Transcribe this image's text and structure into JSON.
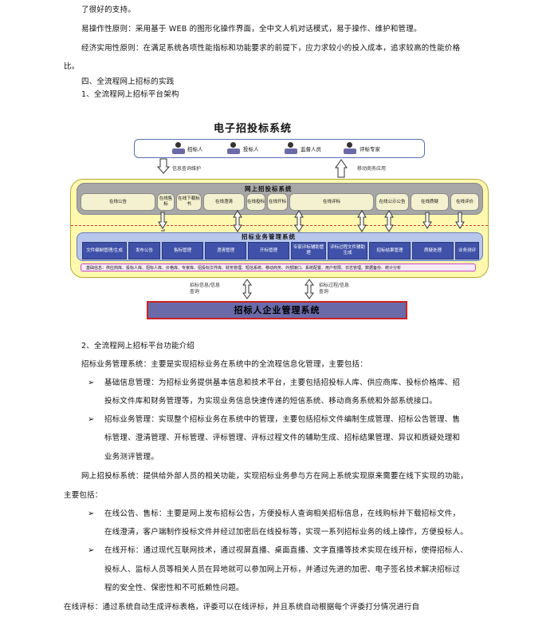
{
  "paragraphs": {
    "p1": "了很好的支持。",
    "p2": "易操作性原则：采用基于 WEB 的图形化操作界面，全中文人机对话模式，易于操作、维护和管理。",
    "p3a": "经济实用性原则：在满足系统各项性能指标和功能要求的前提下，应力求较小的投入成本，追求较高的性能价格",
    "p3b": "比。",
    "h4": "四、全流程网上招标的实践",
    "h4_1": "1、全流程网上招标平台架构",
    "h4_2": "2、全流程网上招标平台功能介绍",
    "p5": "招标业务管理系统：主要是实现招标业务在系统中的全流程信息化管理，主要包括：",
    "b1a": "基础信息管理：为招标业务提供基本信息和技术平台，主要包括招投标人库、供应商库、投标价格库、招",
    "b1b": "投标文件库和财务管理等，为实现业务信息快速传递的短信系统、移动商务系统和外部系统接口。",
    "b2a": "招标业务管理：实现整个招标业务在系统中的管理，主要包括招标文件编制生成管理、招标公告管理、售",
    "b2b": "标管理、澄清管理、开标管理、评标管理、评标过程文件的辅助生成、招标结果管理、异议和质疑处理和",
    "b2c": "业务测评管理。",
    "p6a": "网上招投标系统：提供给外部人员的相关功能，实现招标业务参与方在网上系统实现原来需要在线下实现的功能，",
    "p6b": "主要包括：",
    "b3a": "在线公告、售标：主要是网上发布招标公告，方便投标人查询相关招标信息，在线购标并下载招标文件，",
    "b3b": "在线澄清，客户端制作投标文件并经过加密后在线投标等，实现一系列招标业务的线上操作，方便投标人。",
    "b4a": "在线开标：通过现代互联网技术，通过视屏直播、桌面直播、文字直播等技术实现在线开标，使得招标人、",
    "b4b": "投标人、监标人员等相关人员在异地就可以参加网上开标，并通过先进的加密、电子签名技术解决招标过",
    "b4c": "程的安全性、保密性和不可抵赖性问题。",
    "p7": "在线评标：通过系统自动生成评标表格，评委可以在线评标，并且系统自动根据每个评委打分情况进行自"
  },
  "bullet_glyph": "➢",
  "diagram": {
    "title": "电子招投标系统",
    "users": [
      "招标人",
      "投标人",
      "监督人员",
      "评标专家"
    ],
    "note_left": "信息查询维护",
    "note_right": "移动商务应用",
    "upper_title": "网上招投标系统",
    "upper_modules": [
      "在线公告",
      "在线售标",
      "在线下载标书",
      "在线澄清",
      "在线投标",
      "在线开标",
      "在线评标",
      "在线公示公告",
      "在线质疑",
      "在线评价"
    ],
    "lower_title": "招标业务管理系统",
    "lower_modules": [
      "文件编制管理/生成",
      "发布公告",
      "售标管理",
      "澄清管理",
      "开标管理",
      "专家评标辅助管理",
      "评标过程文件辅助生成",
      "招标结果管理",
      "质疑处理",
      "业务测评"
    ],
    "strip_text": "基础信息：供应商库、投标人库、招标人库、价格库、专家库、招投标文件库、财务管理、短信系统、移动商务、外部接口、系统配置、用户权限、日志管理、数据备份、统计分析",
    "note_bl": "招标信息/信息查询",
    "note_br": "招标过程/信息查询",
    "enterprise": "招标人企业管理系统"
  },
  "colors": {
    "outer": "#fff9b0",
    "upper": "#a7a7a7",
    "lower": "#b8c6ec",
    "module_dark": "#3f51a8",
    "redline": "#d23a3a",
    "strip_border": "#cc44cc",
    "enterprise": "#6a6aa8"
  }
}
